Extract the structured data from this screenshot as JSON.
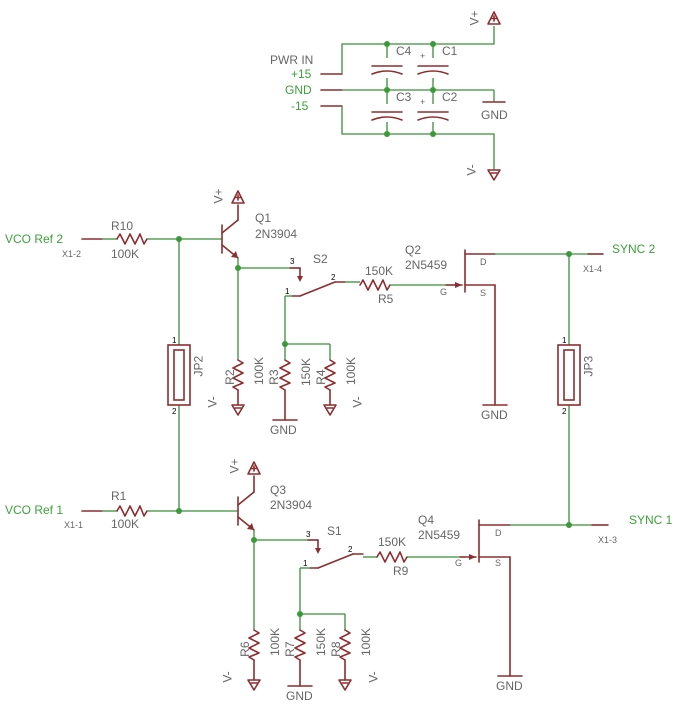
{
  "power": {
    "vplus": "V+",
    "vminus": "V-",
    "pwr_in": "PWR IN",
    "p15": "+15",
    "gnd": "GND",
    "m15": "-15",
    "c4": "C4",
    "c1": "C1",
    "c3": "C3",
    "c2": "C2",
    "gnd_label": "GND",
    "plus": "+"
  },
  "labels": {
    "vco_ref2": "VCO Ref 2",
    "x1_2": "X1-2",
    "vco_ref1": "VCO Ref 1",
    "x1_1": "X1-1",
    "sync2": "SYNC 2",
    "x1_4": "X1-4",
    "sync1": "SYNC 1",
    "x1_3": "X1-3"
  },
  "parts": {
    "r10": "R10",
    "r10_v": "100K",
    "r1": "R1",
    "r1_v": "100K",
    "q1": "Q1",
    "q1_t": "2N3904",
    "q3": "Q3",
    "q3_t": "2N3904",
    "q2": "Q2",
    "q2_t": "2N5459",
    "q4": "Q4",
    "q4_t": "2N5459",
    "s2": "S2",
    "s1": "S1",
    "r5": "R5",
    "r5_v": "150K",
    "r9": "R9",
    "r9_v": "150K",
    "r2": "R2",
    "r2_v": "100K",
    "r3": "R3",
    "r3_v": "150K",
    "r4": "R4",
    "r4_v": "100K",
    "r6": "R6",
    "r6_v": "100K",
    "r7": "R7",
    "r7_v": "150K",
    "r8": "R8",
    "r8_v": "100K",
    "jp2": "JP2",
    "jp3": "JP3",
    "vplus": "V+",
    "vminus": "V-",
    "gnd": "GND",
    "pin1": "1",
    "pin2": "2",
    "pin3": "3",
    "d": "D",
    "g": "G",
    "s": "S"
  }
}
